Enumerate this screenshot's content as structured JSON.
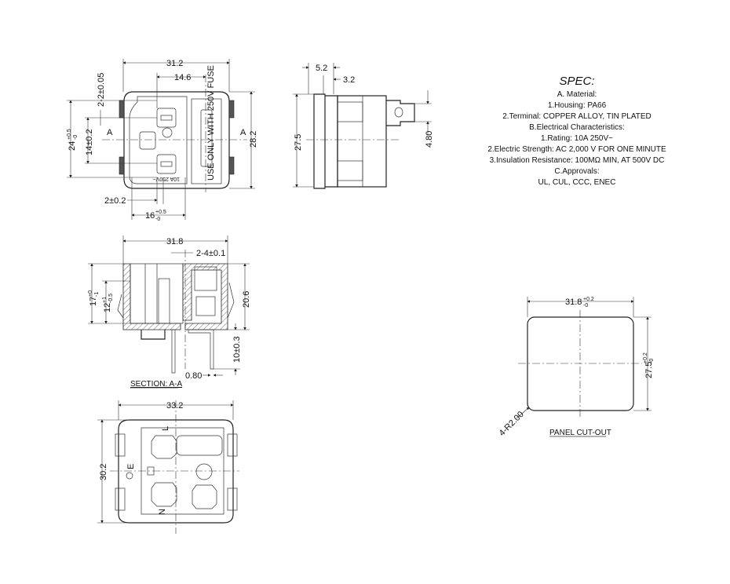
{
  "spec": {
    "title": "SPEC:",
    "lines": [
      "A. Material:",
      "1.Housing: PA66",
      "2.Terminal: COPPER ALLOY, TIN PLATED",
      "B.Electrical Characteristics:",
      "1.Rating:  10A 250V~",
      "2.Electric Strength: AC 2,000 V FOR ONE MINUTE",
      "3.Insulation Resistance: 100MΩ MIN, AT 500V DC",
      "C.Approvals:",
      "UL, CUL, CCC, ENEC"
    ]
  },
  "front_view": {
    "width": "31.2",
    "pin_span": "14.6",
    "height": "28.2",
    "overall": "24",
    "overall_tol_plus": "+0.5",
    "overall_tol_minus": "-0",
    "pin_pitch": "14±0.2",
    "pin_width": "2-2±0.05",
    "pin_thickness": "2±0.2",
    "inlet_width": "16",
    "inlet_tol_plus": "+0.5",
    "inlet_tol_minus": "-0",
    "section_mark": "A",
    "fuse_text": "USE ONLY WITH 250V FUSE",
    "rating_text": "10A 250V~"
  },
  "side_view": {
    "flange": "5.2",
    "flange_inner": "3.2",
    "height": "27.5",
    "tab_width": "4.80"
  },
  "section": {
    "title": "SECTION: A-A",
    "width": "31.8",
    "pin_dim": "2-4±0.1",
    "depth1": "17",
    "depth1_tol_plus": "+0",
    "depth1_tol_minus": "-1",
    "depth2": "12",
    "depth2_tol_plus": "+1",
    "depth2_tol_minus": "-0.5",
    "height": "20.6",
    "terminal_length": "10±0.3",
    "terminal_thickness": "0.80"
  },
  "bottom_view": {
    "width": "33.2",
    "height": "30.2",
    "label_l": "L",
    "label_n": "N",
    "label_e": "E"
  },
  "panel_cutout": {
    "title": "PANEL CUT-OUT",
    "width": "31.8",
    "width_tol_plus": "+0.2",
    "width_tol_minus": "-0",
    "height": "27.5",
    "height_tol_plus": "+0.2",
    "height_tol_minus": "-0",
    "radius": "4-R2.00"
  }
}
